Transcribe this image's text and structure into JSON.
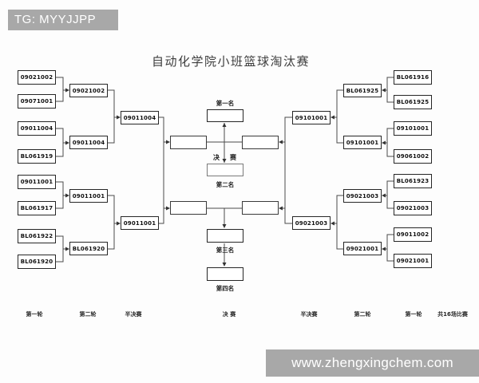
{
  "header": {
    "tag_label": "TG: MYYJJPP"
  },
  "watermark": {
    "url": "www.zhengxingchem.com"
  },
  "diagram": {
    "title": "自动化学院小班篮球淘汰赛",
    "left": {
      "round1": [
        "09021002",
        "09071001",
        "09011004",
        "BL061919",
        "09011001",
        "BL061917",
        "BL061922",
        "BL061920"
      ],
      "round2": [
        "09021002",
        "09011004",
        "09011001",
        "BL061920"
      ],
      "semifinal": [
        "09011004",
        "09011001"
      ]
    },
    "right": {
      "round1": [
        "BL061916",
        "BL061925",
        "09101001",
        "09061002",
        "BL061923",
        "09021003",
        "09011002",
        "09021001"
      ],
      "round2": [
        "BL061925",
        "09101001",
        "09021003",
        "09021001"
      ],
      "semifinal": [
        "09101001",
        "09021003"
      ]
    },
    "placements": {
      "first": "第一名",
      "second": "第二名",
      "third": "第三名",
      "fourth": "第四名",
      "final_char_left": "决",
      "final_char_right": "赛"
    },
    "round_labels": [
      "第一轮",
      "第二轮",
      "半决赛",
      "决 赛",
      "半决赛",
      "第二轮",
      "第一轮",
      "共16场比赛"
    ]
  },
  "colors": {
    "bar_bg": "#a8a8a8",
    "bar_text": "#ffffff",
    "line": "#4a4a4a",
    "box_border": "#262626"
  }
}
